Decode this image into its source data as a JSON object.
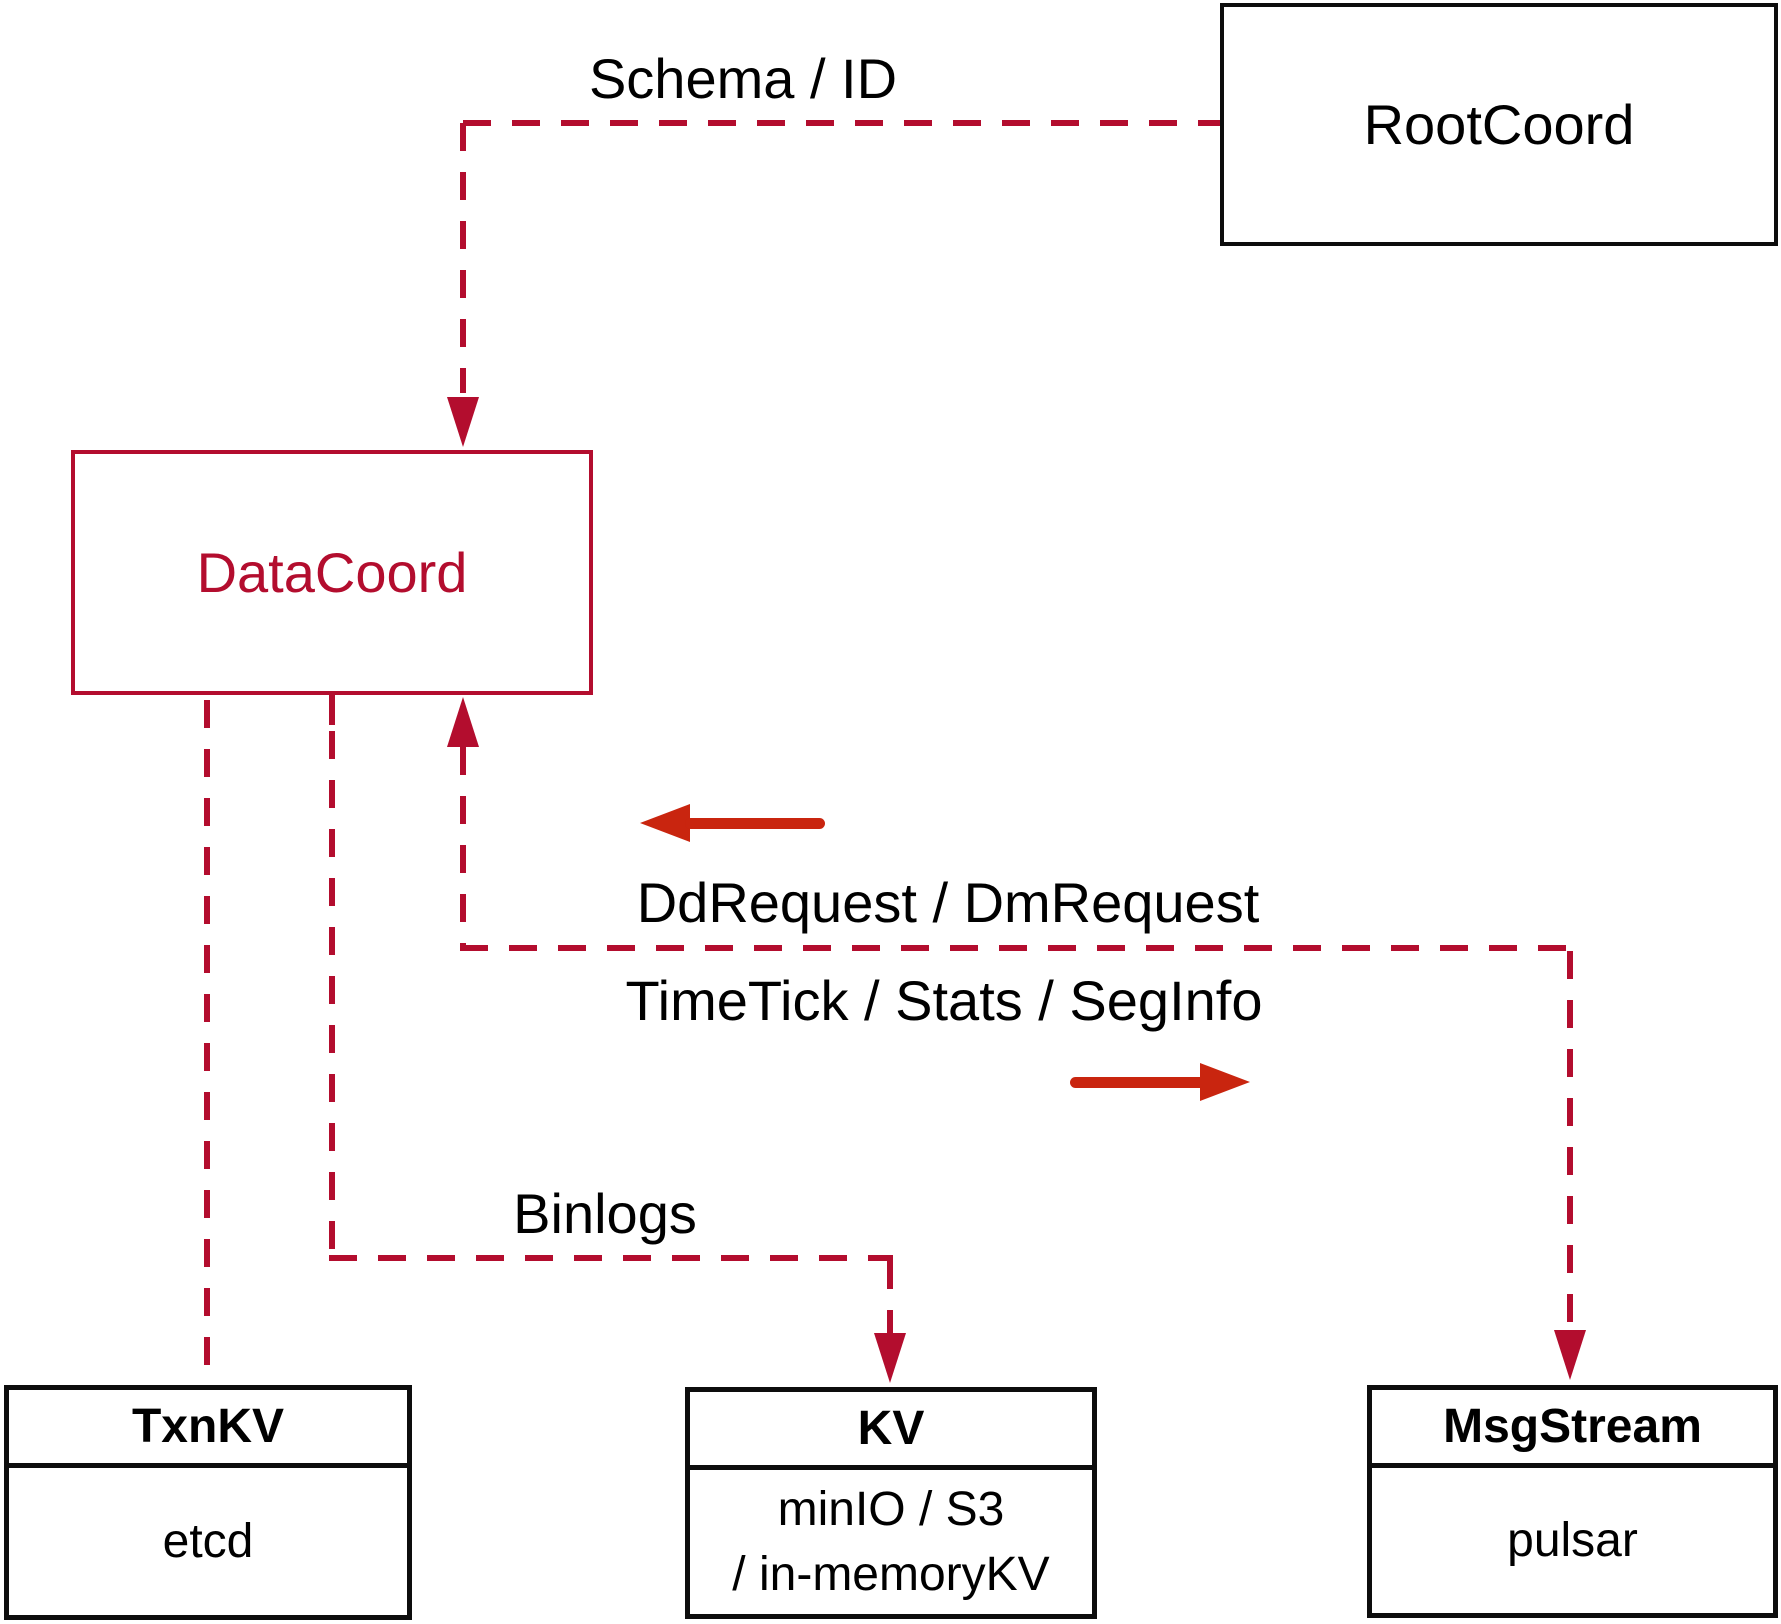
{
  "diagram": {
    "nodes": {
      "rootcoord": {
        "label": "RootCoord"
      },
      "datacoord": {
        "label": "DataCoord"
      },
      "txnkv": {
        "title": "TxnKV",
        "body": "etcd"
      },
      "kv": {
        "title": "KV",
        "body_line1": "minIO / S3",
        "body_line2": "/ in-memoryKV"
      },
      "msgstream": {
        "title": "MsgStream",
        "body": "pulsar"
      }
    },
    "edge_labels": {
      "schema_id": "Schema / ID",
      "dd_dm_request": "DdRequest / DmRequest",
      "timetick_stats_seginfo": "TimeTick / Stats / SegInfo",
      "binlogs": "Binlogs"
    },
    "colors": {
      "dashed_line": "#b30d2e",
      "solid_arrow": "#c9250f",
      "box_border": "#0d0d0d",
      "accent": "#b30d2e"
    }
  }
}
